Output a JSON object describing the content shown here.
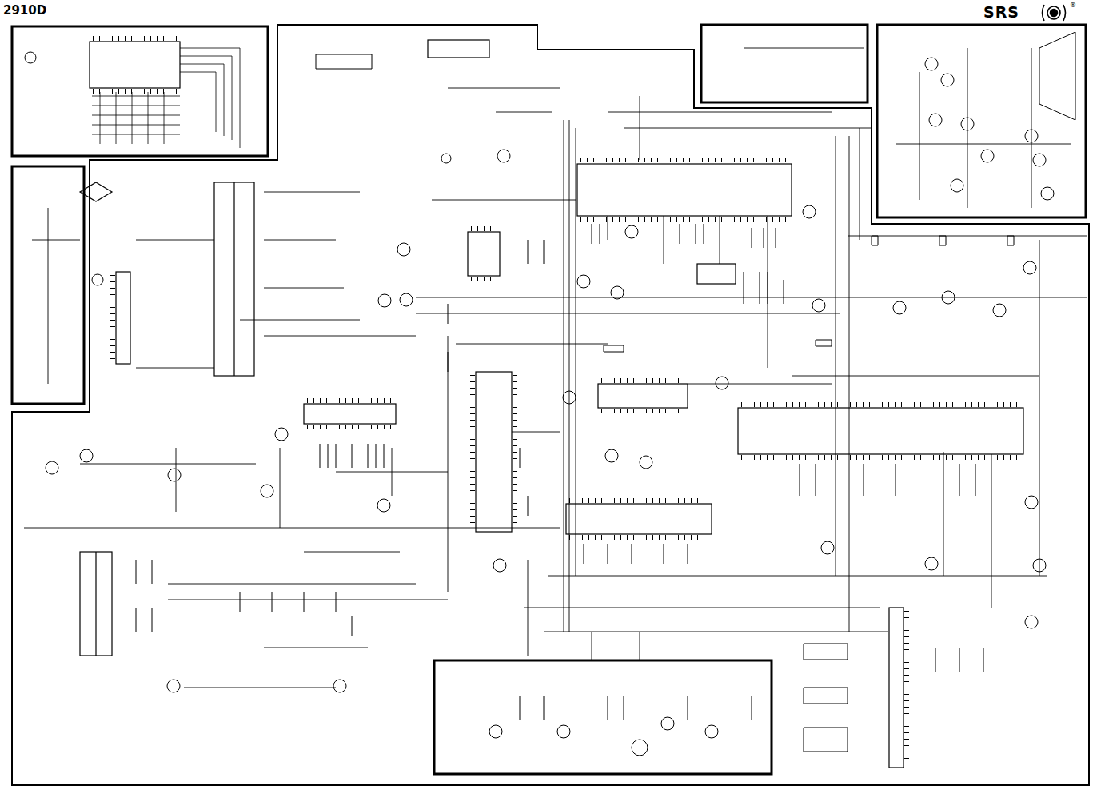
{
  "diagram": {
    "title": "2910D",
    "labels": [
      "SRS",
      "®"
    ]
  }
}
